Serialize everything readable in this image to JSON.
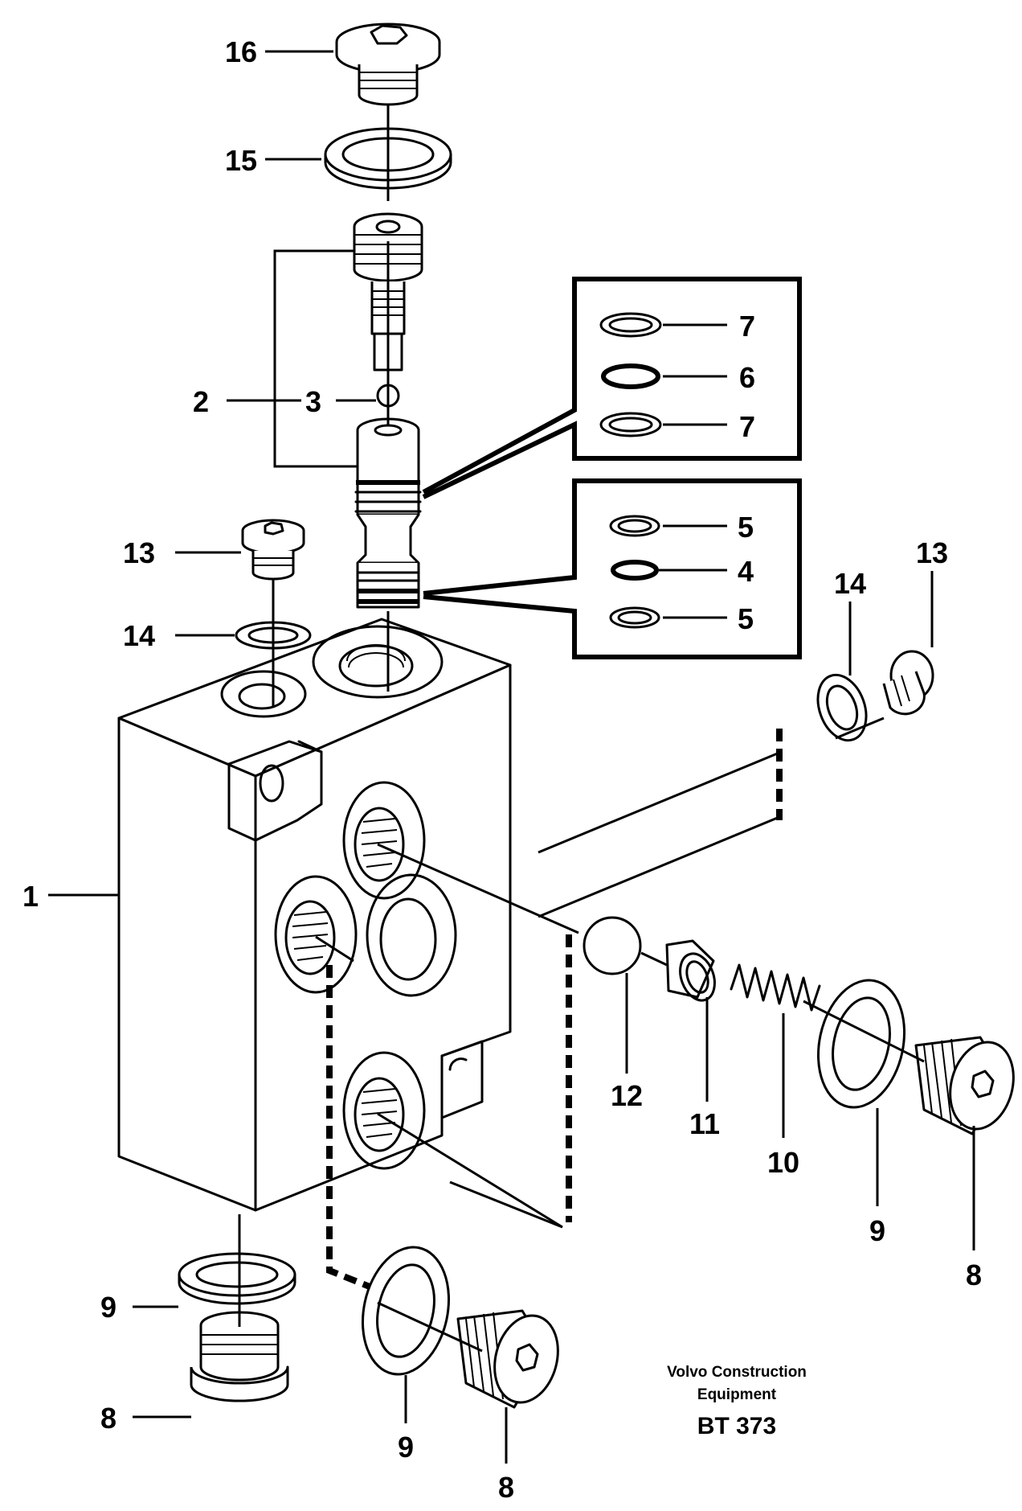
{
  "labels": {
    "p1": "1",
    "p2": "2",
    "p3": "3",
    "p4": "4",
    "p5a": "5",
    "p5b": "5",
    "p6": "6",
    "p7a": "7",
    "p7b": "7",
    "p8a": "8",
    "p8b": "8",
    "p8c": "8",
    "p9a": "9",
    "p9b": "9",
    "p9c": "9",
    "p10": "10",
    "p11": "11",
    "p12": "12",
    "p13a": "13",
    "p13b": "13",
    "p14a": "14",
    "p14b": "14",
    "p15": "15",
    "p16": "16"
  },
  "caption": {
    "line1": "Volvo Construction",
    "line2": "Equipment",
    "code": "BT 373"
  }
}
